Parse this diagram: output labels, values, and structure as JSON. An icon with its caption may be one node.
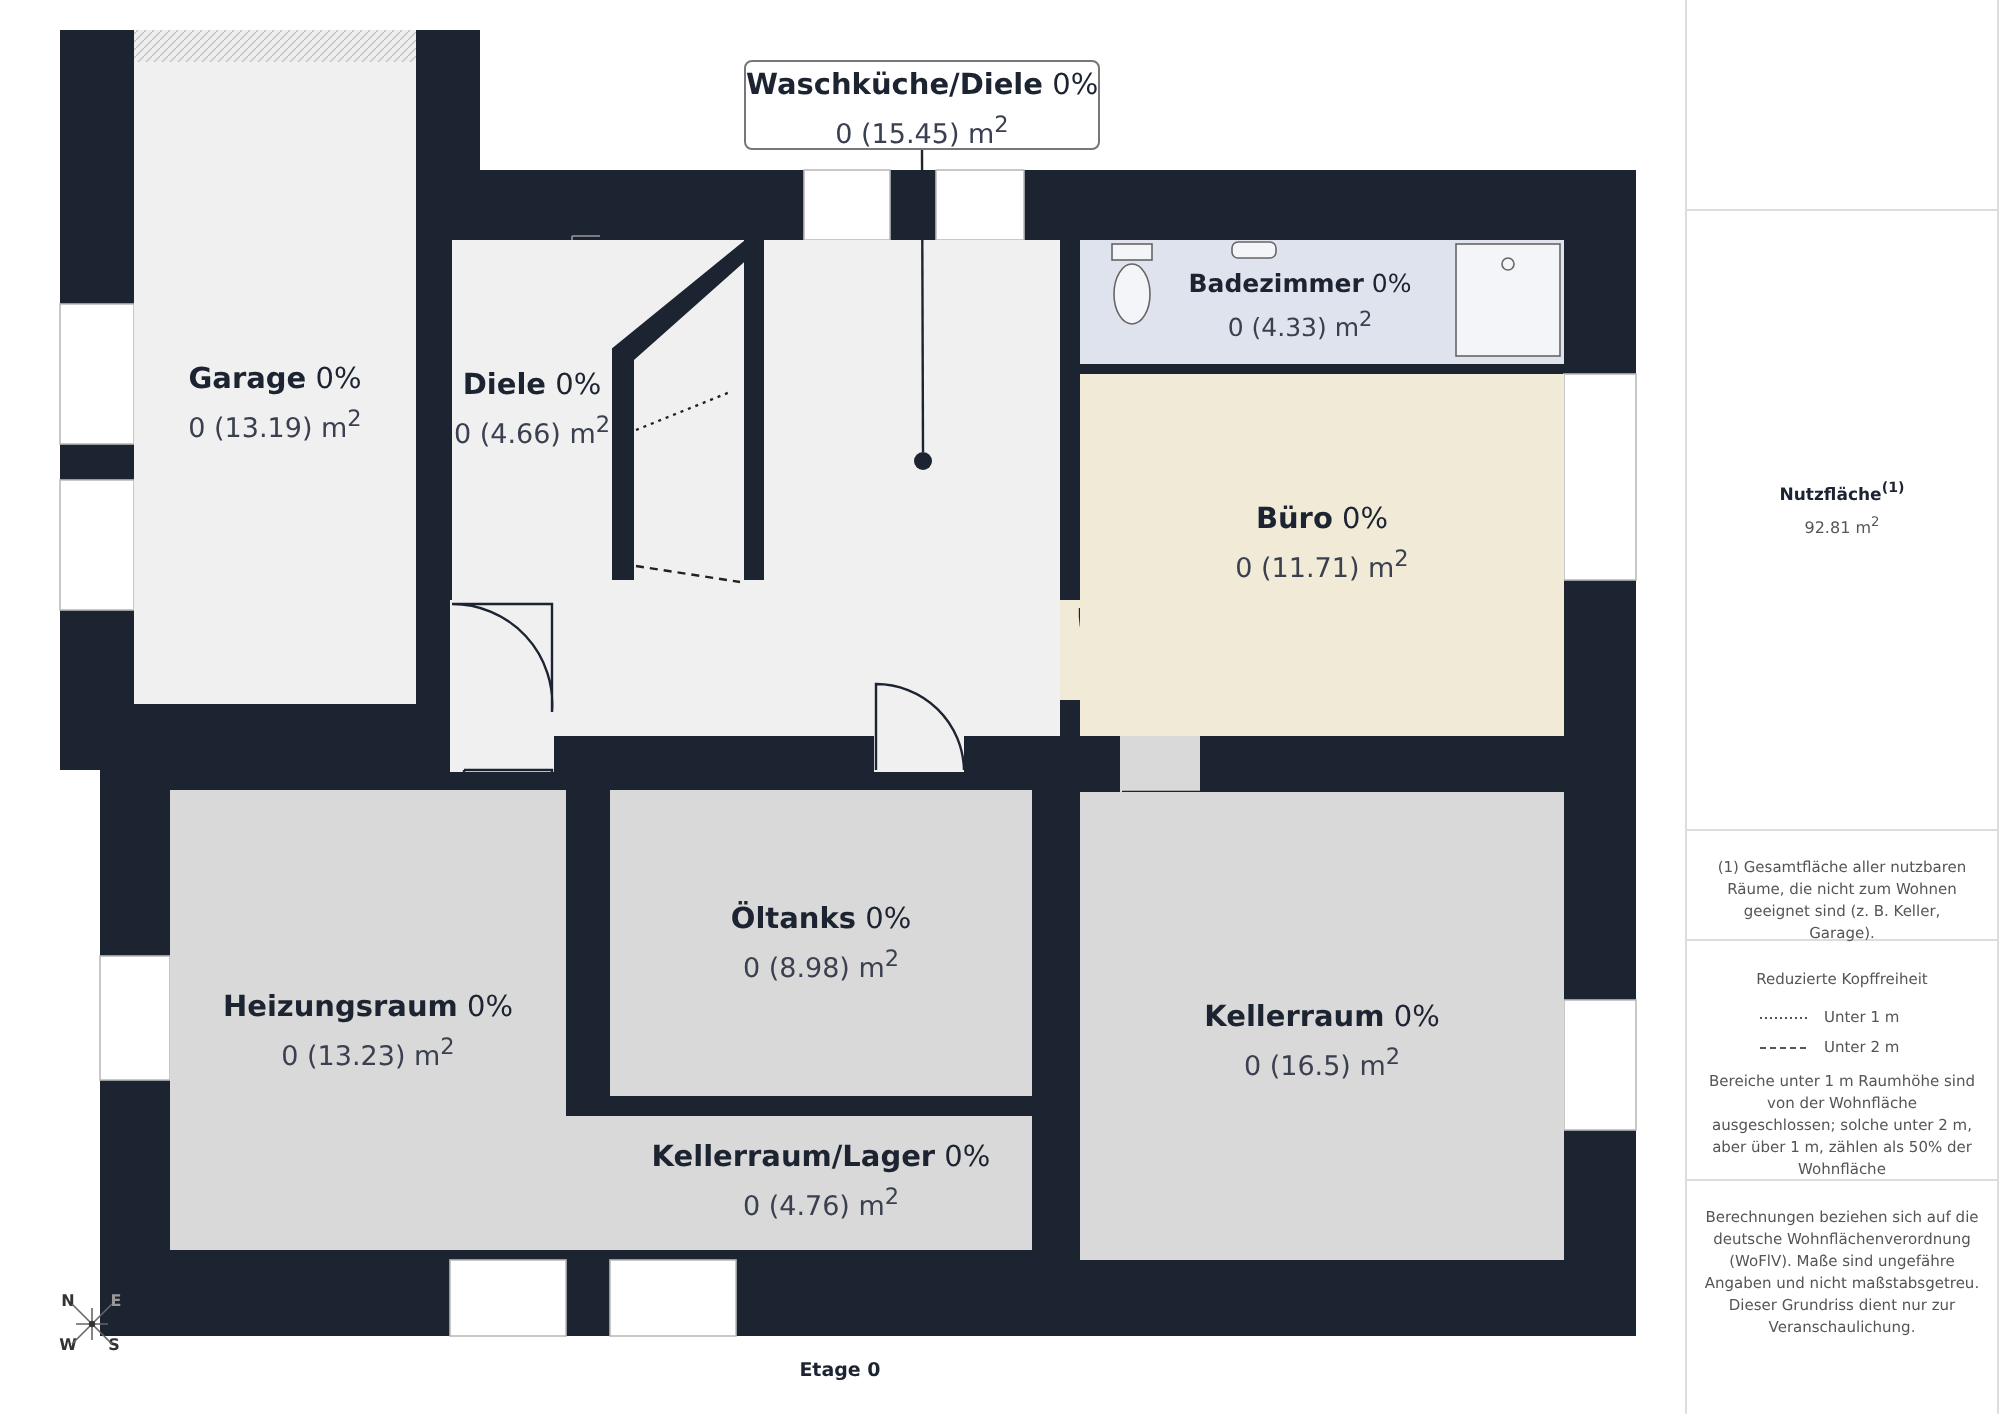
{
  "diagram": {
    "nodes": [
      {
        "text": [
          "**Waschküche/Diele** 0%",
          "0 (15.45) m$^{2}$"
        ]
      },
      {
        "text": [],
        "shape": "circle"
      },
      {
        "text": [
          "**Garage** 0%",
          "0 (13.19) m$^{2}$"
        ]
      },
      {
        "text": [
          "**Diele** 0%",
          "0 (4.66) m$^{2}$"
        ]
      },
      {
        "text": [
          "**Badezimmer** 0%",
          "0 (4.33) m$^{2}$"
        ]
      },
      {
        "text": [
          "**Büro** 0%",
          "0 (11.71) m$^{2}$"
        ]
      },
      {
        "text": [
          "**Öltanks** 0%",
          "0 (8.98) m$^{2}$"
        ]
      },
      {
        "text": [
          "**Heizungsraum** 0%",
          "0 (13.23) m$^{2}$"
        ]
      },
      {
        "text": [
          "**Kellerraum** 0%",
          "0 (16.5) m$^{2}$"
        ]
      },
      {
        "text": [
          "**Kellerraum/Lager** 0%",
          "0 (4.76) m$^{2}$"
        ]
      }
    ],
    "edges": [
      {
        "from": 0,
        "to": 1,
        "arrow": "none"
      }
    ],
    "labels": [
      "Nutzfläche$^{(1)}$",
      "92.81 m$^{2}$",
      "(1) Gesamtfläche aller nutzbaren Räume, die nicht zum Wohnen geeignet sind (z. B. Keller, Garage).",
      "Reduzierte Kopffreiheit",
      "Bereiche unter 1 m Raumhöhe sind von der Wohnfläche ausgeschlossen; solche unter 2 m, aber über 1 m, zählen als 50% der Wohnfläche",
      "Berechnungen beziehen sich auf die deutsche Wohnflächenverordnung (WoFlV). Maße sind ungefähre Angaben und nicht maßstabsgetreu. Dieser Grundriss dient nur zur Veranschaulichung.",
      "Etage 0",
      "N",
      "E",
      "W",
      "S"
    ],
    "legend": [
      {
        "text": "Unter 1 m"
      },
      {
        "text": "Unter 2 m"
      }
    ]
  }
}
